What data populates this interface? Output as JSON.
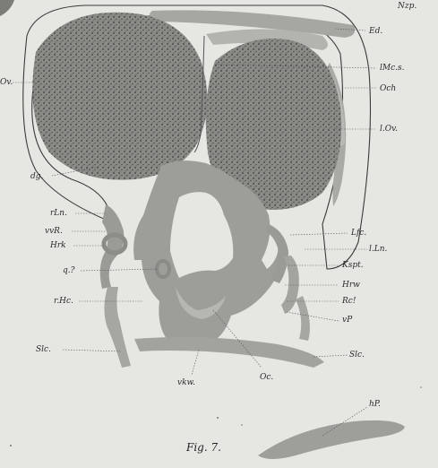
{
  "figure": {
    "caption": "Fig. 7.",
    "labels": {
      "nzp": "Nzp.",
      "ed": "Ed.",
      "ov_left": "Ov.",
      "mcs": "lMc.s.",
      "och": "Och",
      "lov": "l.Ov.",
      "dg": "dg.",
      "rln": "rLn.",
      "vvr": "vvR.",
      "hrk": "Hrk",
      "q": "q.?",
      "rhc": "r.Hc.",
      "slc_left": "Slc.",
      "vkw": "vkw.",
      "oc": "Oc.",
      "slc_right": "Slc.",
      "vp": "vP",
      "rc": "Rc!",
      "hrw": "Hrw",
      "kspt": "Kspt.",
      "lln": "l.Ln.",
      "lfc": "Lfc.",
      "hp": "hP."
    }
  }
}
